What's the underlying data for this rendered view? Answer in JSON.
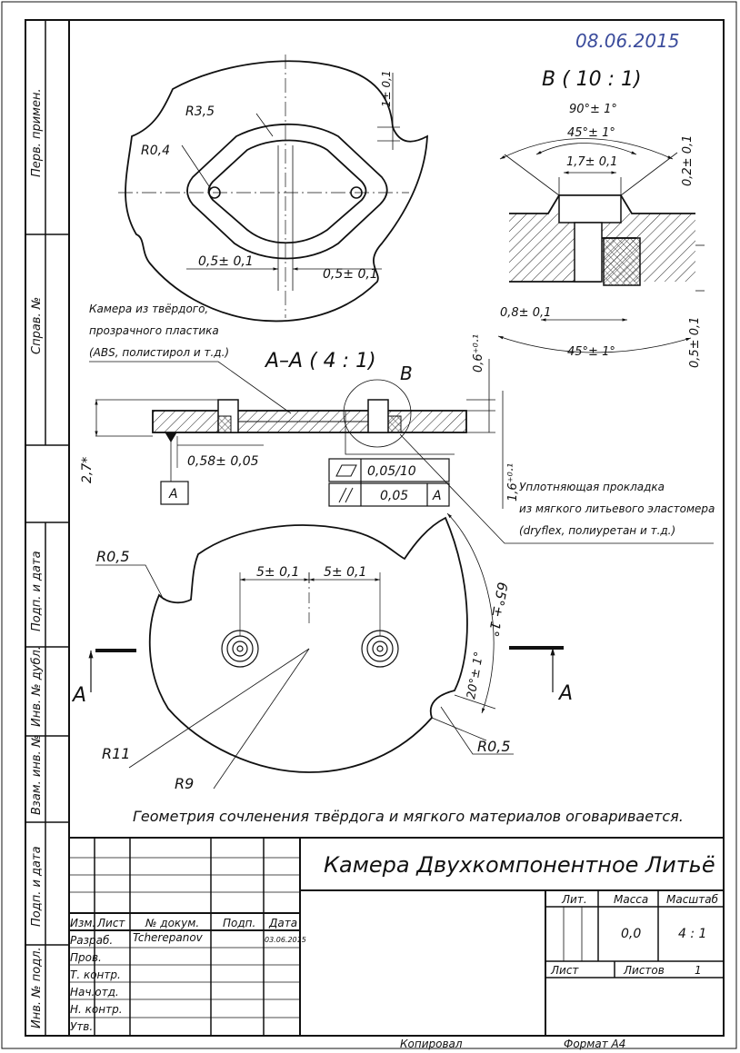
{
  "handwritten_date": "08.06.2015",
  "side_strip": {
    "perv_primen": "Перв. примен.",
    "sprav_no": "Справ. №",
    "podp_i_data_1": "Подп. и дата",
    "inv_no_dubl": "Инв. № дубл.",
    "vzam_inv_no": "Взам. инв. №",
    "podp_i_data_2": "Подп. и дата",
    "inv_no_podl": "Инв. № подл."
  },
  "top_view": {
    "r3_5": "R3,5",
    "r0_4": "R0,4",
    "tol_1": "1± 0,1",
    "dim_left": "0,5± 0,1",
    "dim_right": "0,5± 0,1"
  },
  "detail_b": {
    "title": "B ( 10 : 1)",
    "ang_90": "90°± 1°",
    "ang_45_top": "45°± 1°",
    "dim_1_7": "1,7± 0,1",
    "dim_0_2": "0,2± 0,1",
    "dim_0_8": "0,8± 0,1",
    "ang_45_bottom": "45°± 1°",
    "dim_0_5": "0,5± 0,1"
  },
  "note_chamber": {
    "line1": "Камера из твёрдого,",
    "line2": "прозрачного пластика",
    "line3": "(ABS, полистирол и т.д.)"
  },
  "section_aa": {
    "title": "A–A ( 4 : 1)",
    "label_b": "B",
    "dim_0_58": "0,58± 0,05",
    "dim_2_7": "2,7*",
    "datum_a": "A",
    "dim_0_6": "0,6⁺⁰·¹",
    "dim_1_6": "1,6⁺⁰·¹",
    "flatness_value": "0,05/10",
    "parallel_value": "0,05",
    "parallel_datum": "A"
  },
  "note_gasket": {
    "line1": "Уплотняющая прокладка",
    "line2": "из мягкого литьевого эластомера",
    "line3": "(dryflex, полиуретан и т.д.)"
  },
  "bottom_view": {
    "r0_5_left": "R0,5",
    "r0_5_right": "R0,5",
    "dim_5_left": "5± 0,1",
    "dim_5_right": "5± 0,1",
    "ang_65": "65°± 1°",
    "ang_20": "20°± 1°",
    "r11": "R11",
    "r9": "R9",
    "arrow_left": "A",
    "arrow_right": "A"
  },
  "general_note": "Геометрия сочленения твёрдога и мягкого материалов оговаривается.",
  "title_block": {
    "title": "Камера Двухкомпонентное Литьё",
    "izm": "Изм.",
    "list": "Лист",
    "doc_no": "№ докум.",
    "podp": "Подп.",
    "data": "Дата",
    "razrab": "Разраб.",
    "razrab_name": "Tcherepanov",
    "razrab_date": "03.06.2015",
    "prov": "Пров.",
    "t_kontr": "Т. контр.",
    "nach_otd": "Нач.отд.",
    "n_kontr": "Н. контр.",
    "utv": "Утв.",
    "lit": "Лит.",
    "massa": "Масса",
    "masshtab": "Масштаб",
    "massa_value": "0,0",
    "masshtab_value": "4 : 1",
    "list_label": "Лист",
    "listov_label": "Листов",
    "listov_value": "1"
  },
  "footer": {
    "kopiroval": "Копировал",
    "format": "Формат A4"
  }
}
